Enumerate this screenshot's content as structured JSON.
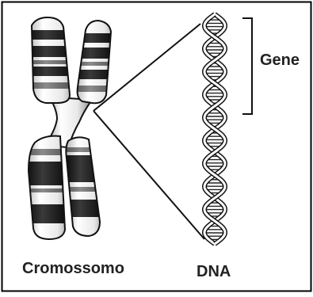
{
  "labels": {
    "chromosome": "Cromossomo",
    "dna": "DNA",
    "gene": "Gene"
  },
  "colors": {
    "background": "#ffffff",
    "frame": "#000000",
    "band_dark": "#1a1a1a",
    "band_mid": "#6e6e6e",
    "band_light": "#f2f2f2",
    "outline": "#111111"
  }
}
